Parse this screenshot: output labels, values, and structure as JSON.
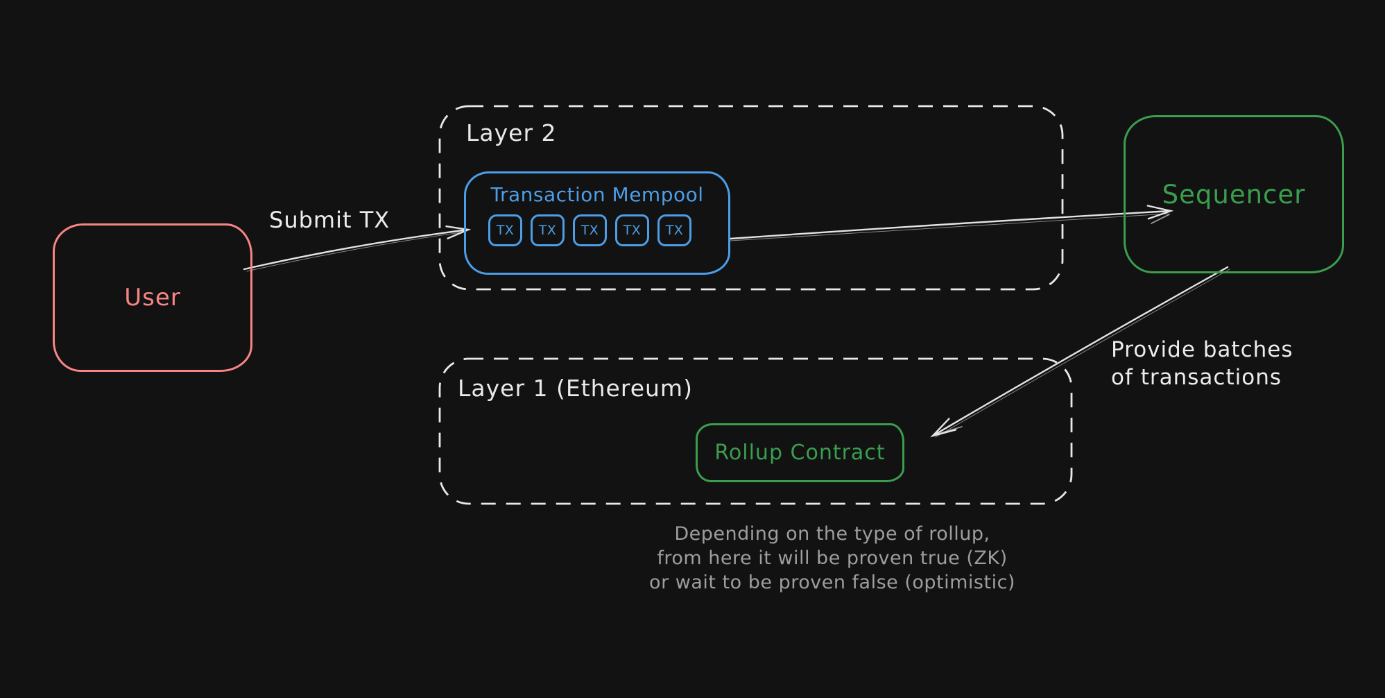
{
  "nodes": {
    "user": {
      "label": "User"
    },
    "layer2": {
      "label": "Layer 2"
    },
    "mempool": {
      "title": "Transaction Mempool",
      "tx_items": [
        "TX",
        "TX",
        "TX",
        "TX",
        "TX"
      ]
    },
    "sequencer": {
      "label": "Sequencer"
    },
    "layer1": {
      "label": "Layer 1 (Ethereum)"
    },
    "rollup_contract": {
      "label": "Rollup Contract"
    }
  },
  "edges": {
    "submit_tx": {
      "label": "Submit TX"
    },
    "mempool_to_sequencer": {
      "label": ""
    },
    "provide_batches": {
      "line1": "Provide batches",
      "line2": "of transactions"
    }
  },
  "caption": {
    "line1": "Depending on the type of rollup,",
    "line2": "from here it will be proven true (ZK)",
    "line3": "or wait to be proven false (optimistic)"
  },
  "colors": {
    "background": "#121212",
    "user_red": "#f88585",
    "mempool_blue": "#4d9ee8",
    "green": "#3a9e4e",
    "stroke_white": "#e9e9e9",
    "caption_gray": "#9e9e9e"
  }
}
